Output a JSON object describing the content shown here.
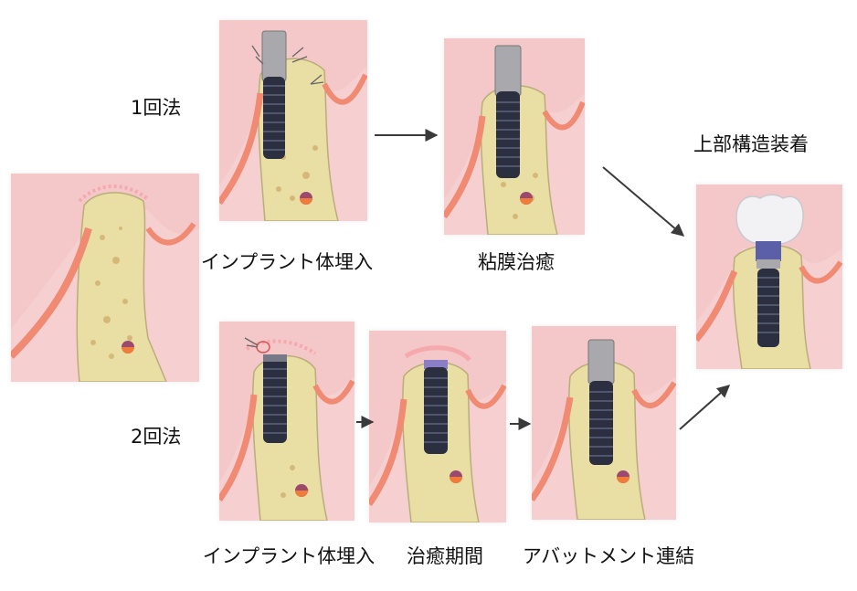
{
  "methods": {
    "one_stage": "1回法",
    "two_stage": "2回法"
  },
  "captions": {
    "one_stage_placement": "インプラント体埋入",
    "mucosa_healing": "粘膜治癒",
    "final": "上部構造装着",
    "two_stage_placement": "インプラント体埋入",
    "healing_period": "治癒期間",
    "abutment_connection": "アバットメント連結"
  },
  "colors": {
    "gum": "#f4c7c8",
    "gum_edge": "#e9a6a8",
    "bone": "#e9dfa4",
    "bone_edge": "#b9ae7a",
    "vessel": "#f08a72",
    "implant": "#2b2f3f",
    "abutment": "#a9a9ad",
    "crown": "#f2f2f4",
    "arrow": "#3a3a3a"
  }
}
